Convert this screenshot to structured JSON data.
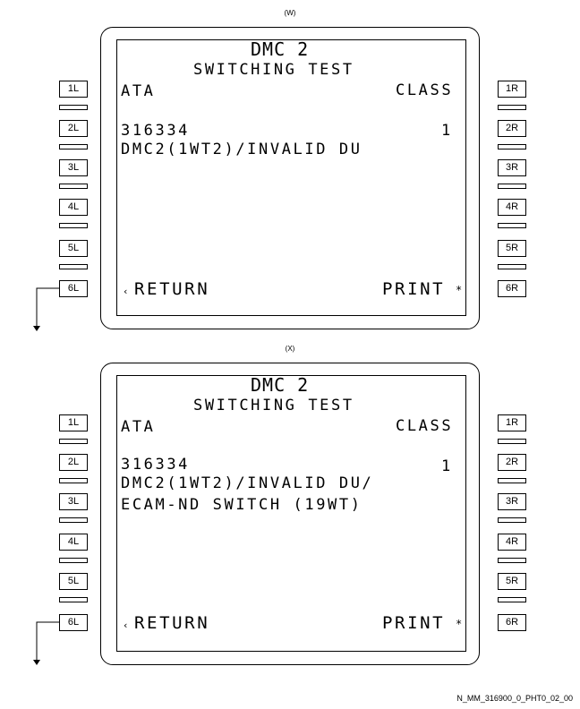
{
  "panels": [
    {
      "view_label": "(W)",
      "title": "DMC 2",
      "subtitle": "SWITCHING TEST",
      "header_left": "ATA",
      "header_right": "CLASS",
      "ata_code": "316334",
      "class_value": "1",
      "message_lines": [
        "DMC2(1WT2)/INVALID DU",
        ""
      ],
      "return_label": "RETURN",
      "return_arrow": "‹",
      "print_label": "PRINT",
      "print_mark": "*"
    },
    {
      "view_label": "(X)",
      "title": "DMC 2",
      "subtitle": "SWITCHING TEST",
      "header_left": "ATA",
      "header_right": "CLASS",
      "ata_code": "316334",
      "class_value": "1",
      "message_lines": [
        "DMC2(1WT2)/INVALID DU/",
        "ECAM-ND SWITCH (19WT)"
      ],
      "return_label": "RETURN",
      "return_arrow": "‹",
      "print_label": "PRINT",
      "print_mark": "*"
    }
  ],
  "left_keys": [
    "1L",
    "2L",
    "3L",
    "4L",
    "5L",
    "6L"
  ],
  "right_keys": [
    "1R",
    "2R",
    "3R",
    "4R",
    "5R",
    "6R"
  ],
  "figure_id": "N_MM_316900_0_PHT0_02_00"
}
